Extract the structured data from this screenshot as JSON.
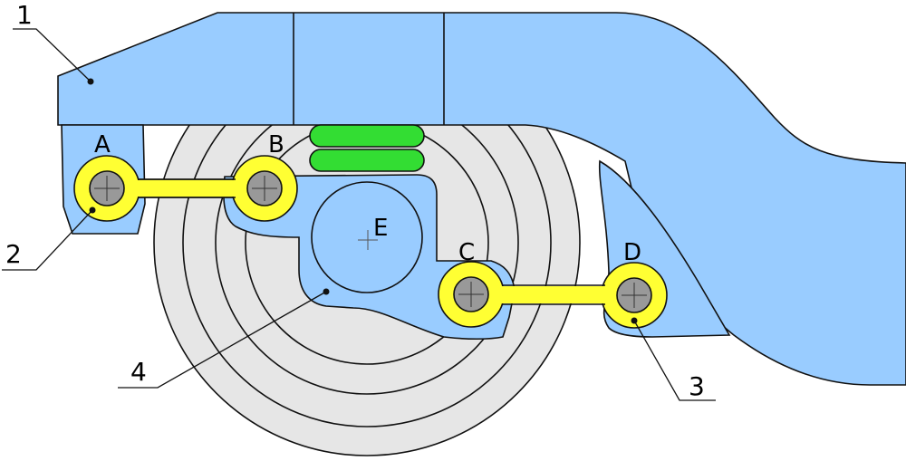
{
  "points": {
    "a": "A",
    "b": "B",
    "c": "C",
    "d": "D",
    "e": "E"
  },
  "callouts": {
    "c1": "1",
    "c2": "2",
    "c3": "3",
    "c4": "4"
  },
  "colors": {
    "frame": "#99CCFF",
    "wheel": "#E6E6E6",
    "link": "#FFFF33",
    "pin": "#999999",
    "spring": "#33DD33",
    "outline": "#111111"
  }
}
